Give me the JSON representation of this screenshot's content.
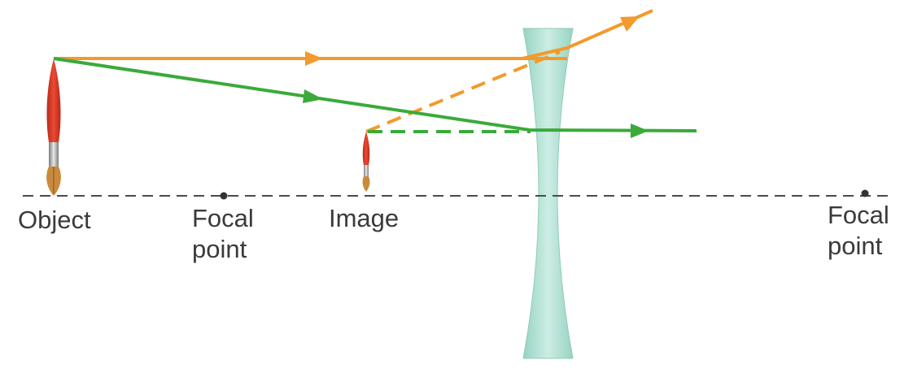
{
  "diagram": {
    "labels": {
      "object": "Object",
      "focal_left": [
        "Focal",
        "point"
      ],
      "image": "Image",
      "focal_right": [
        "Focal",
        "point"
      ]
    },
    "colors": {
      "orange_ray": "#f39a2c",
      "green_ray": "#3aaa3a",
      "lens": "#9fd8c8",
      "axis": "#4a4a4a",
      "brush_red": "#d8301f",
      "label_text": "#3a3a3a"
    }
  }
}
